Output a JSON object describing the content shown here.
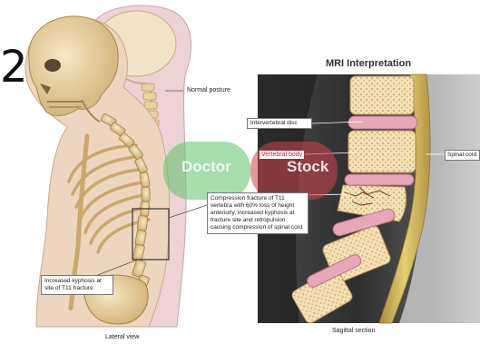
{
  "corner_numeral": "2",
  "lateral": {
    "normal_posture_label": "Normal posture",
    "kyphosis_label": "Increased kyphosis at site of T11 fracture",
    "caption": "Lateral view"
  },
  "mri": {
    "title": "MRI Interpretation",
    "intervertebral_disc_label": "Intervertebral disc",
    "vertebral_body_label": "Vertebral body",
    "spinal_cord_label": "Spinal cord",
    "fracture_description": "Compression fracture of T11 vertebra with 60% loss of height anteriorly, increased kyphosis at fracture site and retropulsion causing compression of spinal cord",
    "caption": "Sagittal section"
  },
  "watermark": {
    "left_text": "Doctor",
    "right_text": "Stock"
  },
  "colors": {
    "skin": "#ecd6bf",
    "skin_shadow": "#d9b89a",
    "bone": "#efdcae",
    "bone_shadow": "#c9a86b",
    "ghost_body": "#edd3d6",
    "mri_dark": "#2a2a2a",
    "disc": "#e7a7b8",
    "cord": "#d8bf62",
    "watermark_green": "#5cc36b",
    "watermark_red": "#d0444d"
  }
}
